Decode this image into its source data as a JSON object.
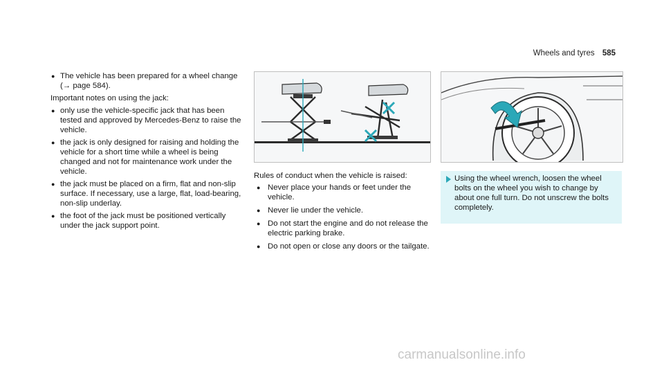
{
  "header": {
    "section": "Wheels and tyres",
    "page": "585"
  },
  "col1": {
    "top_bullets": [
      "The vehicle has been prepared for a wheel change (→ page 584)."
    ],
    "intro": "Important notes on using the jack:",
    "notes": [
      "only use the vehicle-specific jack that has been tested and approved by Mercedes-Benz to raise the vehicle.",
      "the jack is only designed for raising and holding the vehicle for a short time while a wheel is being changed and not for maintenance work under the vehicle.",
      "the jack must be placed on a firm, flat and non-slip surface. If necessary, use a large, flat, load-bearing, non-slip underlay.",
      "the foot of the jack must be positioned vertically under the jack support point."
    ]
  },
  "col2": {
    "intro": "Rules of conduct when the vehicle is raised:",
    "rules": [
      "Never place your hands or feet under the vehicle.",
      "Never lie under the vehicle.",
      "Do not start the engine and do not release the electric parking brake.",
      "Do not open or close any doors or the tailgate."
    ]
  },
  "col3": {
    "step": "Using the wheel wrench, loosen the wheel bolts on the wheel you wish to change by about one full turn. Do not unscrew the bolts completely."
  },
  "bullet_glyph": "●",
  "colors": {
    "accent": "#2ba8b8",
    "step_bg": "#dff5f8"
  },
  "watermark": "carmanualsonline.info"
}
